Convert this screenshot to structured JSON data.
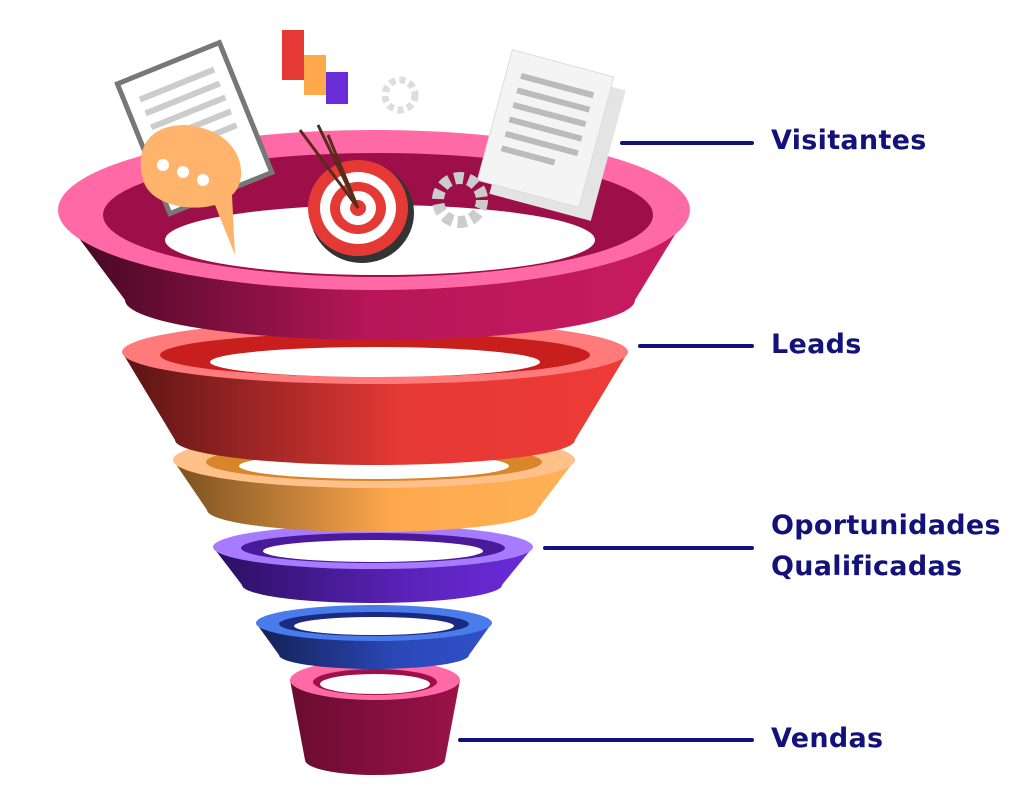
{
  "stages": [
    {
      "label": "Visitantes",
      "color": "#c2185b",
      "rim": "#ff6aa6"
    },
    {
      "label": "Leads",
      "color": "#e53935",
      "rim": "#ff7b7b"
    },
    {
      "label_line1": "Oportunidades",
      "label_line2": "Qualificadas",
      "color": "#ffa94d",
      "rim": "#ffc08a"
    },
    {
      "label": "Vendas",
      "color": "#8a1040",
      "rim": "#ff6aa6"
    }
  ],
  "accent": "#13127a"
}
